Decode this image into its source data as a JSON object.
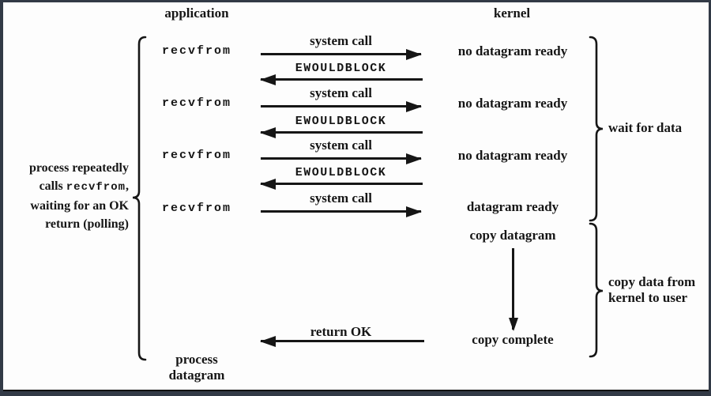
{
  "colors": {
    "frame": "#323a46",
    "canvas": "#fdfdfd",
    "ink": "#161616"
  },
  "headers": {
    "application": "application",
    "kernel": "kernel"
  },
  "left_note": {
    "line1": "process repeatedly",
    "line2_prefix": "calls ",
    "line2_code": "recvfrom",
    "line2_suffix": ",",
    "line3": "waiting for an OK",
    "line4": "return (polling)"
  },
  "rows": [
    {
      "app_call": "recvfrom",
      "request": "system call",
      "kernel_state": "no datagram ready",
      "response": "EWOULDBLOCK"
    },
    {
      "app_call": "recvfrom",
      "request": "system call",
      "kernel_state": "no datagram ready",
      "response": "EWOULDBLOCK"
    },
    {
      "app_call": "recvfrom",
      "request": "system call",
      "kernel_state": "no datagram ready",
      "response": "EWOULDBLOCK"
    },
    {
      "app_call": "recvfrom",
      "request": "system call",
      "kernel_state": "datagram ready"
    }
  ],
  "kernel_actions": {
    "copy_datagram": "copy datagram",
    "copy_complete": "copy complete"
  },
  "return_arrow": {
    "label": "return OK"
  },
  "app_final": {
    "line1": "process",
    "line2": "datagram"
  },
  "braces": {
    "wait": "wait for data",
    "copy_line1": "copy data from",
    "copy_line2": "kernel to user"
  }
}
